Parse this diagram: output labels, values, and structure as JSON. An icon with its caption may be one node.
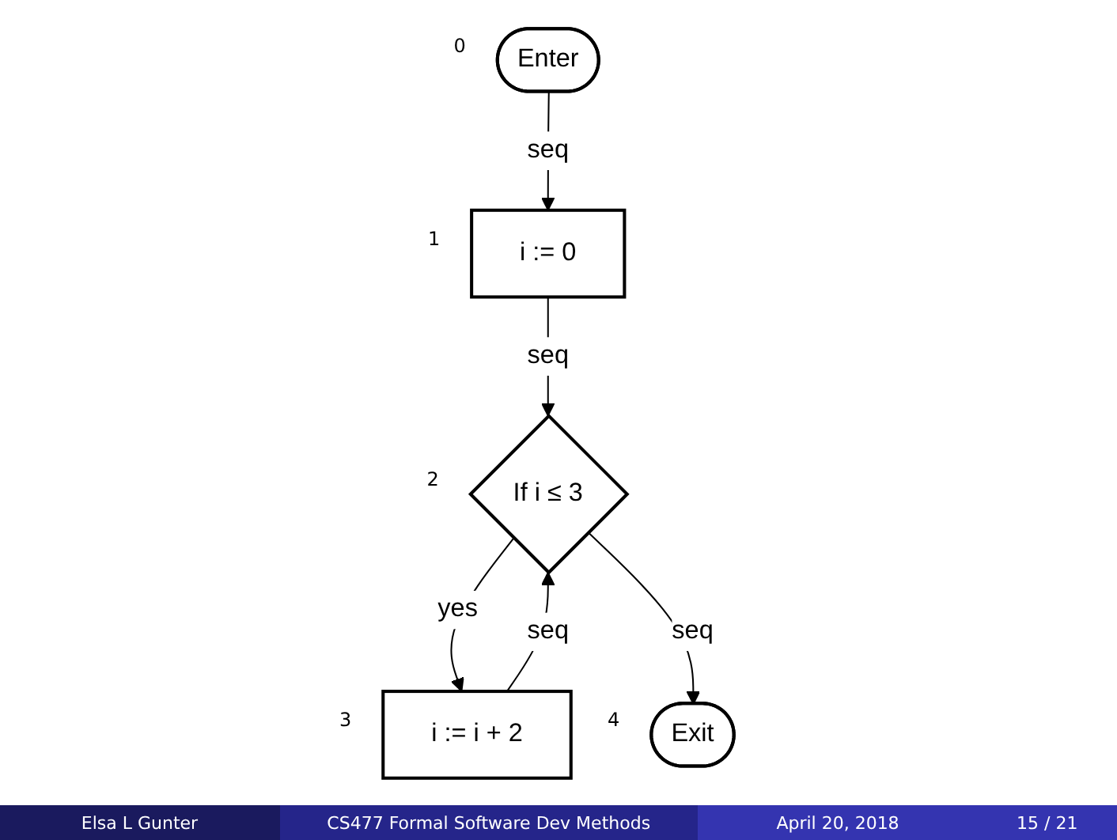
{
  "diagram": {
    "nodes": [
      {
        "text": [
          "Enter"
        ],
        "beside": [
          "0"
        ]
      },
      {
        "text": [
          "i := 0"
        ],
        "beside": [
          "1"
        ]
      },
      {
        "text": [
          "If i ≤ 3"
        ],
        "beside": [
          "2"
        ]
      },
      {
        "text": [
          "i := i + 2"
        ],
        "beside": [
          "3"
        ]
      },
      {
        "text": [
          "Exit"
        ],
        "beside": [
          "4"
        ]
      }
    ],
    "edges": [
      {
        "from": 0,
        "to": 1,
        "arrow": "to",
        "label": "seq"
      },
      {
        "from": 1,
        "to": 2,
        "arrow": "to",
        "label": "seq"
      },
      {
        "from": 2,
        "to": 3,
        "arrow": "to",
        "label": "yes"
      },
      {
        "from": 3,
        "to": 2,
        "arrow": "to",
        "label": "seq"
      },
      {
        "from": 2,
        "to": 4,
        "arrow": "to",
        "label": "seq"
      }
    ],
    "labels": [
      "Elsa L Gunter",
      "CS477 Formal Software Dev Methods",
      "April 20, 2018",
      "15 / 21"
    ]
  }
}
